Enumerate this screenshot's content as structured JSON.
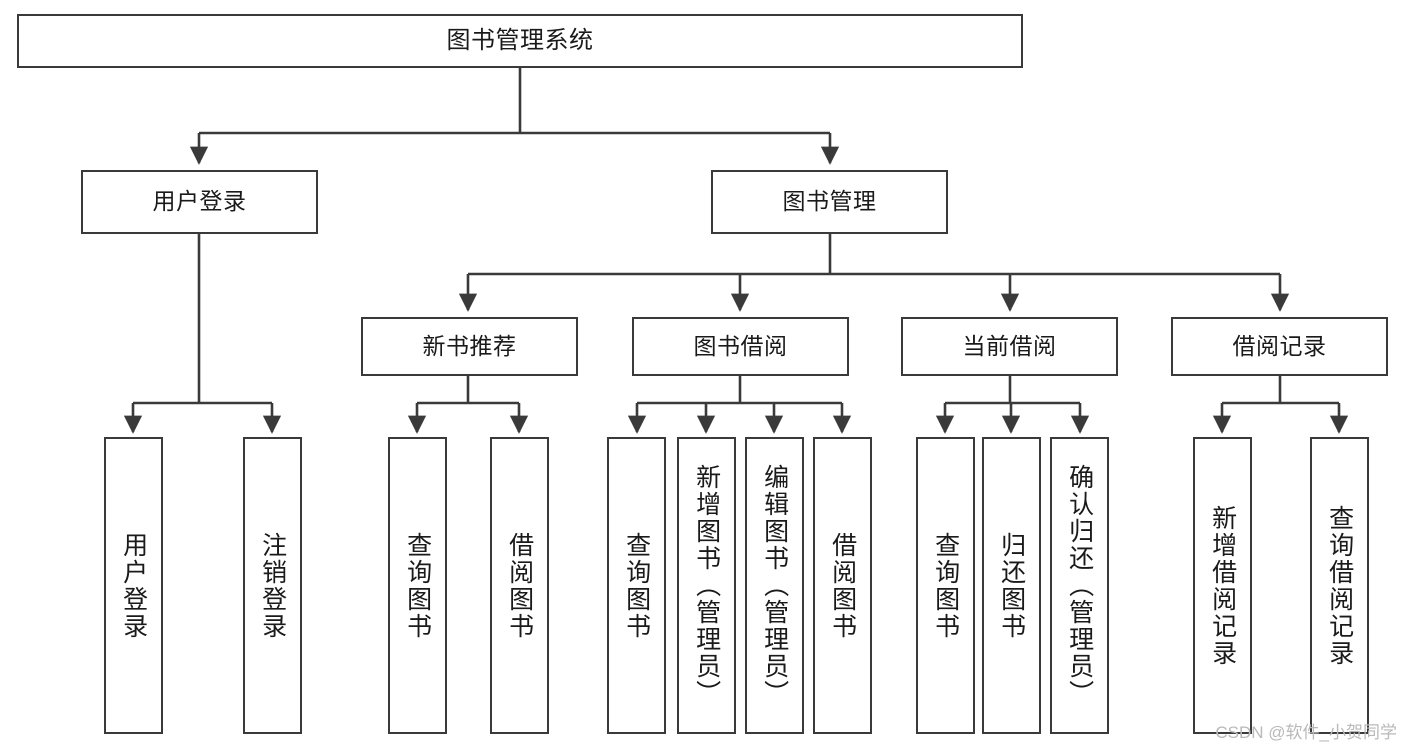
{
  "diagram": {
    "title": "图书管理系统",
    "type": "tree-structure-chart",
    "root": {
      "id": "root",
      "label": "图书管理系统"
    },
    "level2": [
      {
        "id": "user-login",
        "label": "用户登录"
      },
      {
        "id": "book-manage",
        "label": "图书管理"
      }
    ],
    "level3": [
      {
        "id": "new-book-recommend",
        "label": "新书推荐",
        "parent": "book-manage"
      },
      {
        "id": "book-borrow",
        "label": "图书借阅",
        "parent": "book-manage"
      },
      {
        "id": "current-borrow",
        "label": "当前借阅",
        "parent": "book-manage"
      },
      {
        "id": "borrow-record",
        "label": "借阅记录",
        "parent": "book-manage"
      }
    ],
    "leaves": [
      {
        "id": "leaf-user-login",
        "label": "用户登录",
        "parent": "user-login"
      },
      {
        "id": "leaf-user-logout",
        "label": "注销登录",
        "parent": "user-login"
      },
      {
        "id": "leaf-query-book-1",
        "label": "查询图书",
        "parent": "new-book-recommend"
      },
      {
        "id": "leaf-borrow-book-1",
        "label": "借阅图书",
        "parent": "new-book-recommend"
      },
      {
        "id": "leaf-query-book-2",
        "label": "查询图书",
        "parent": "book-borrow"
      },
      {
        "id": "leaf-add-book",
        "label": "新增图书（管理员）",
        "parent": "book-borrow"
      },
      {
        "id": "leaf-edit-book",
        "label": "编辑图书（管理员）",
        "parent": "book-borrow"
      },
      {
        "id": "leaf-borrow-book-2",
        "label": "借阅图书",
        "parent": "book-borrow"
      },
      {
        "id": "leaf-query-book-3",
        "label": "查询图书",
        "parent": "current-borrow"
      },
      {
        "id": "leaf-return-book",
        "label": "归还图书",
        "parent": "current-borrow"
      },
      {
        "id": "leaf-confirm-return",
        "label": "确认归还（管理员）",
        "parent": "current-borrow"
      },
      {
        "id": "leaf-add-record",
        "label": "新增借阅记录",
        "parent": "borrow-record"
      },
      {
        "id": "leaf-query-record",
        "label": "查询借阅记录",
        "parent": "borrow-record"
      }
    ],
    "colors": {
      "stroke": "#3a3a3a",
      "fill": "#ffffff",
      "text": "#1a1a1a",
      "watermark": "#b9b9b9"
    }
  },
  "watermark": {
    "text": "CSDN @软件_小贺同学"
  }
}
